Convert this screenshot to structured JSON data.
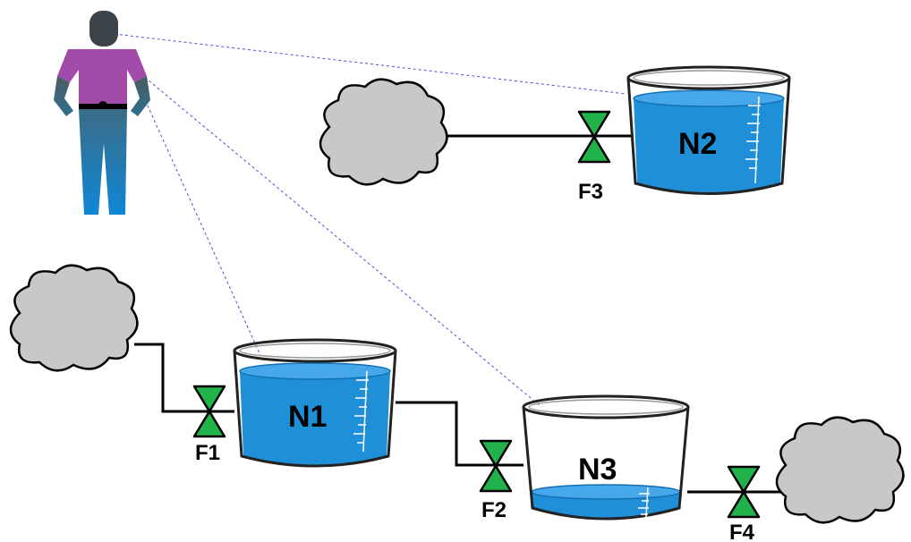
{
  "colors": {
    "water": "#1f8fd8",
    "water_dark": "#156fb3",
    "valve": "#22b24c",
    "cloud": "#c8c8c8",
    "sight_line": "#4a4fd6",
    "shirt": "#a24ba8",
    "skin": "#465a63",
    "pants": "#1b6fae"
  },
  "tanks": [
    {
      "id": "N1",
      "label": "N1",
      "fill_level": 0.78
    },
    {
      "id": "N2",
      "label": "N2",
      "fill_level": 0.82
    },
    {
      "id": "N3",
      "label": "N3",
      "fill_level": 0.22
    }
  ],
  "valves": [
    {
      "id": "F1",
      "label": "F1"
    },
    {
      "id": "F2",
      "label": "F2"
    },
    {
      "id": "F3",
      "label": "F3"
    },
    {
      "id": "F4",
      "label": "F4"
    }
  ],
  "icons": {
    "person": "person-icon",
    "cloud": "cloud-icon",
    "valve": "valve-icon",
    "tank": "beaker-tank-icon"
  }
}
